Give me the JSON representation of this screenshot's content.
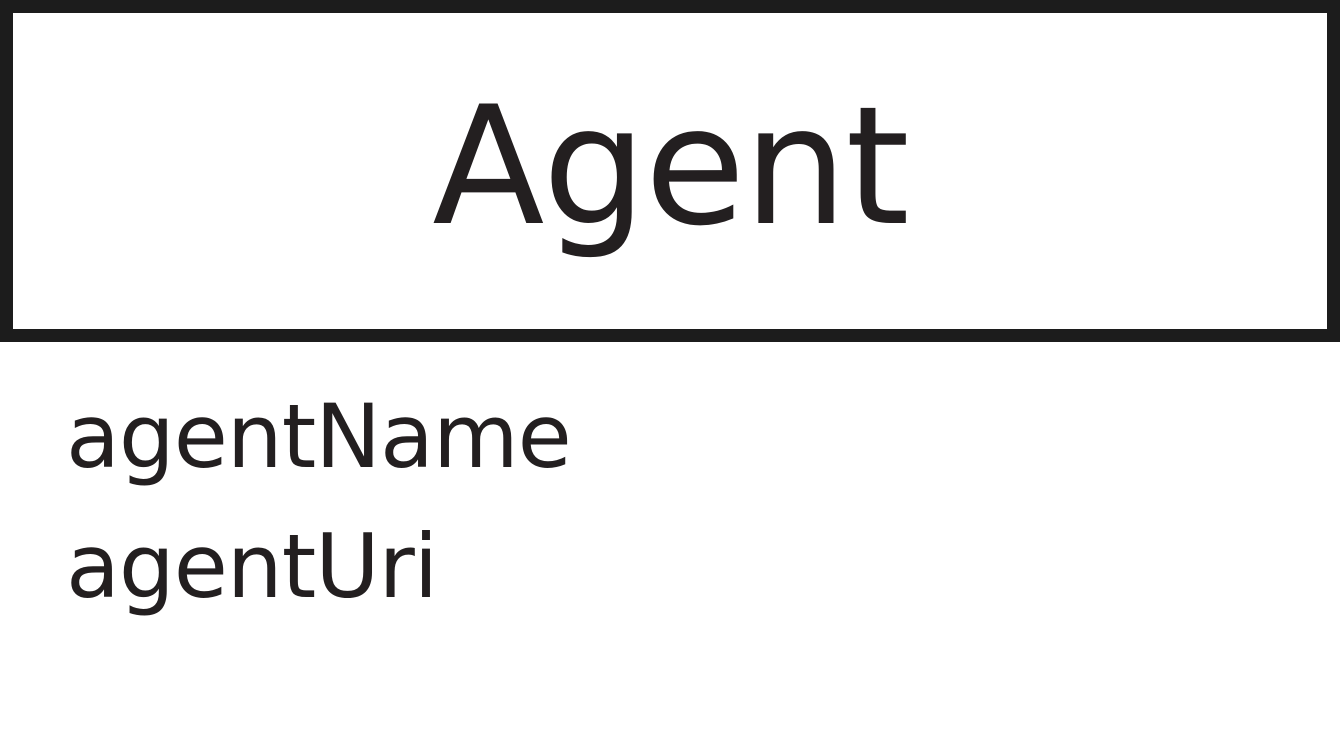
{
  "class": {
    "name": "Agent",
    "attributes": [
      "agentName",
      "agentUri"
    ]
  },
  "colors": {
    "border": "#1c1c1c",
    "text": "#231f20",
    "background": "#ffffff"
  }
}
